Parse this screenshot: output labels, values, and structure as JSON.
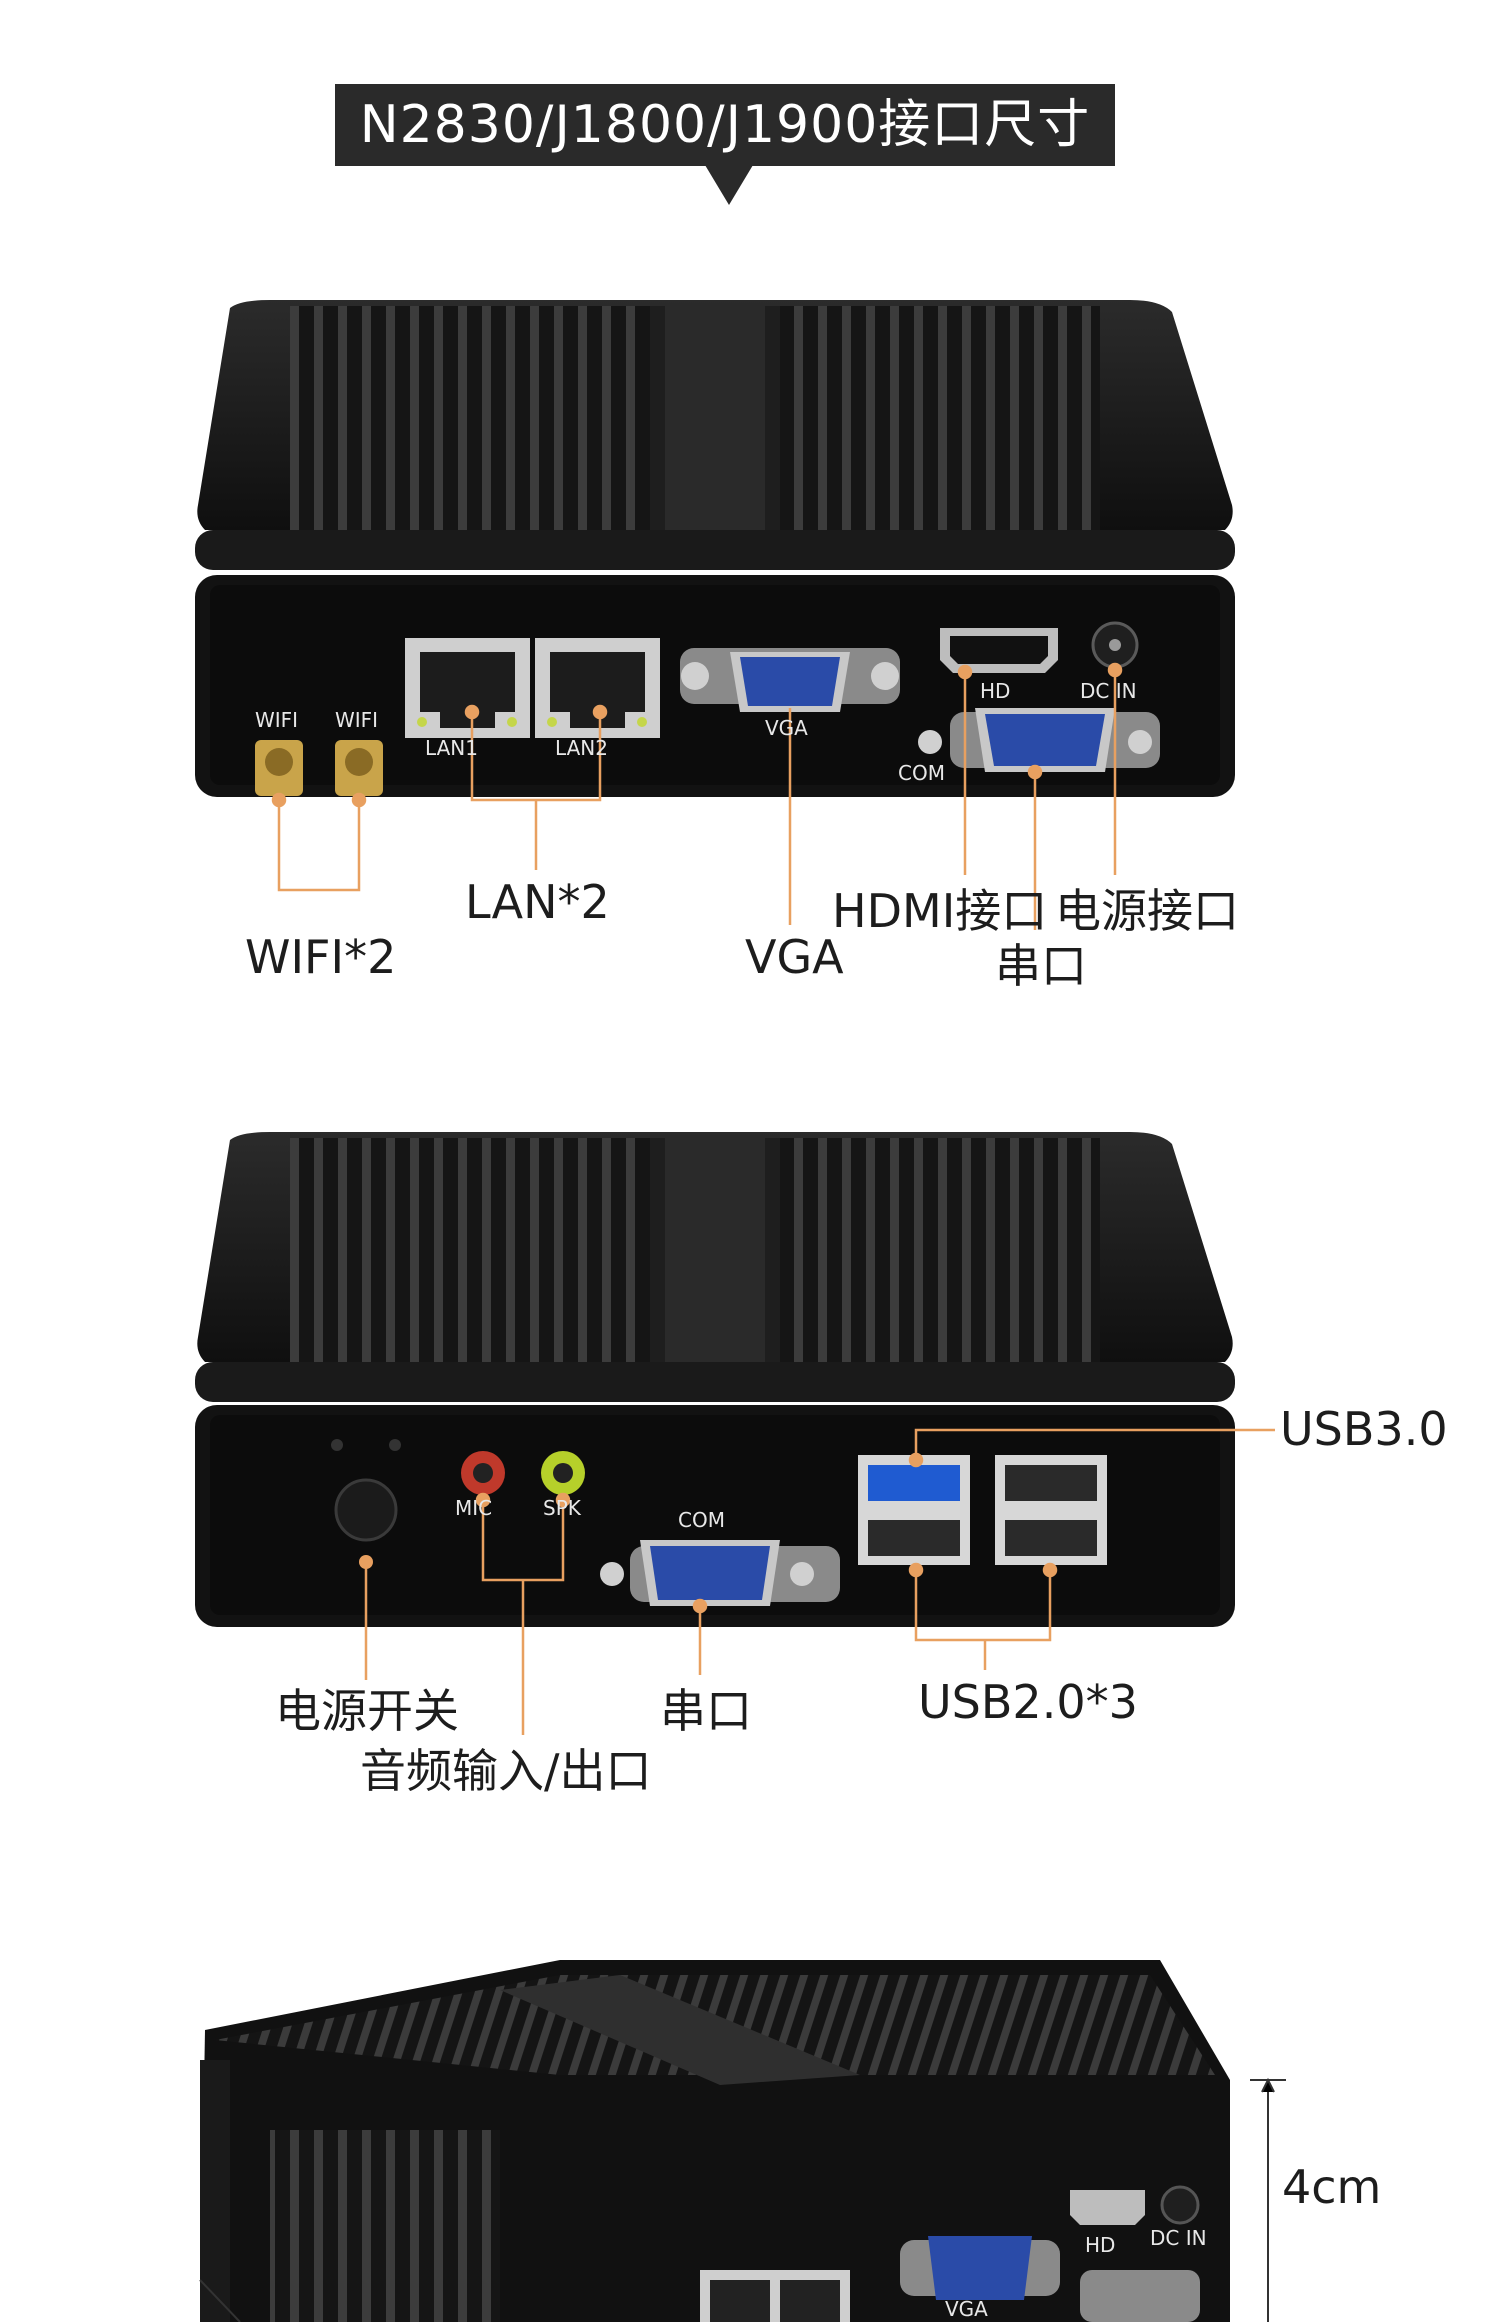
{
  "banner": {
    "title": "N2830/J1800/J1900接口尺寸"
  },
  "panel1": {
    "port_labels": {
      "wifi_a": "WIFI",
      "wifi_b": "WIFI",
      "lan1": "LAN1",
      "lan2": "LAN2",
      "vga": "VGA",
      "hd": "HD",
      "dcin": "DC IN",
      "com": "COM"
    },
    "callouts": {
      "wifi": "WIFI*2",
      "lan": "LAN*2",
      "vga": "VGA",
      "hdmi": "HDMI接口",
      "power": "电源接口",
      "serial": "串口"
    }
  },
  "panel2": {
    "port_labels": {
      "mic": "MIC",
      "spk": "SPK",
      "com": "COM"
    },
    "callouts": {
      "usb3": "USB3.0",
      "power_switch": "电源开关",
      "audio": "音频输入/出口",
      "serial": "串口",
      "usb2": "USB2.0*3"
    }
  },
  "panel3": {
    "port_labels": {
      "vga": "VGA",
      "hd": "HD",
      "dcin": "DC IN"
    },
    "dimension": "4cm"
  },
  "colors": {
    "leader": "#e8a060",
    "device": "#141414",
    "fin": "#3a3a3a",
    "banner": "#2a2a2a"
  }
}
